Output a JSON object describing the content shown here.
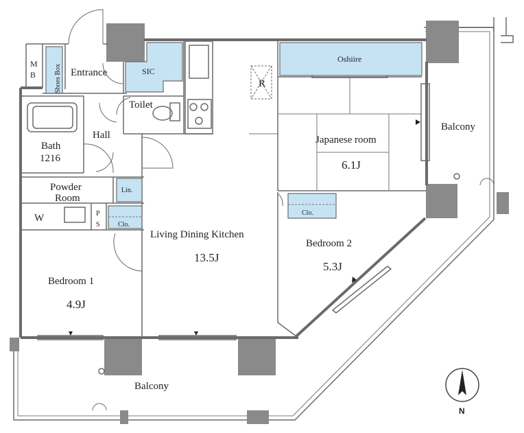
{
  "labels": {
    "mb_m": "M",
    "mb_b": "B",
    "shoes_box": "Shoes Box",
    "entrance": "Entrance",
    "sic": "SIC",
    "toilet": "Toilet",
    "hall": "Hall",
    "bath": "Bath",
    "bath_size": "1216",
    "powder_room_1": "Powder",
    "powder_room_2": "Room",
    "linen": "Lin.",
    "washer": "W",
    "ps_p": "P",
    "ps_s": "S",
    "closet_1": "Clo.",
    "closet_2": "Clo.",
    "oshiire": "Oshiire",
    "refrigerator": "R",
    "japanese_room": "Japanese room",
    "japanese_room_size": "6.1J",
    "balcony_east": "Balcony",
    "ldk": "Living Dining Kitchen",
    "ldk_size": "13.5J",
    "bedroom1": "Bedroom 1",
    "bedroom1_size": "4.9J",
    "bedroom2": "Bedroom 2",
    "bedroom2_size": "5.3J",
    "balcony_south": "Balcony",
    "north": "N"
  },
  "colors": {
    "storage_fill": "#c6e3f4",
    "wall": "#6a6a6a",
    "column": "#8a8a8a"
  }
}
